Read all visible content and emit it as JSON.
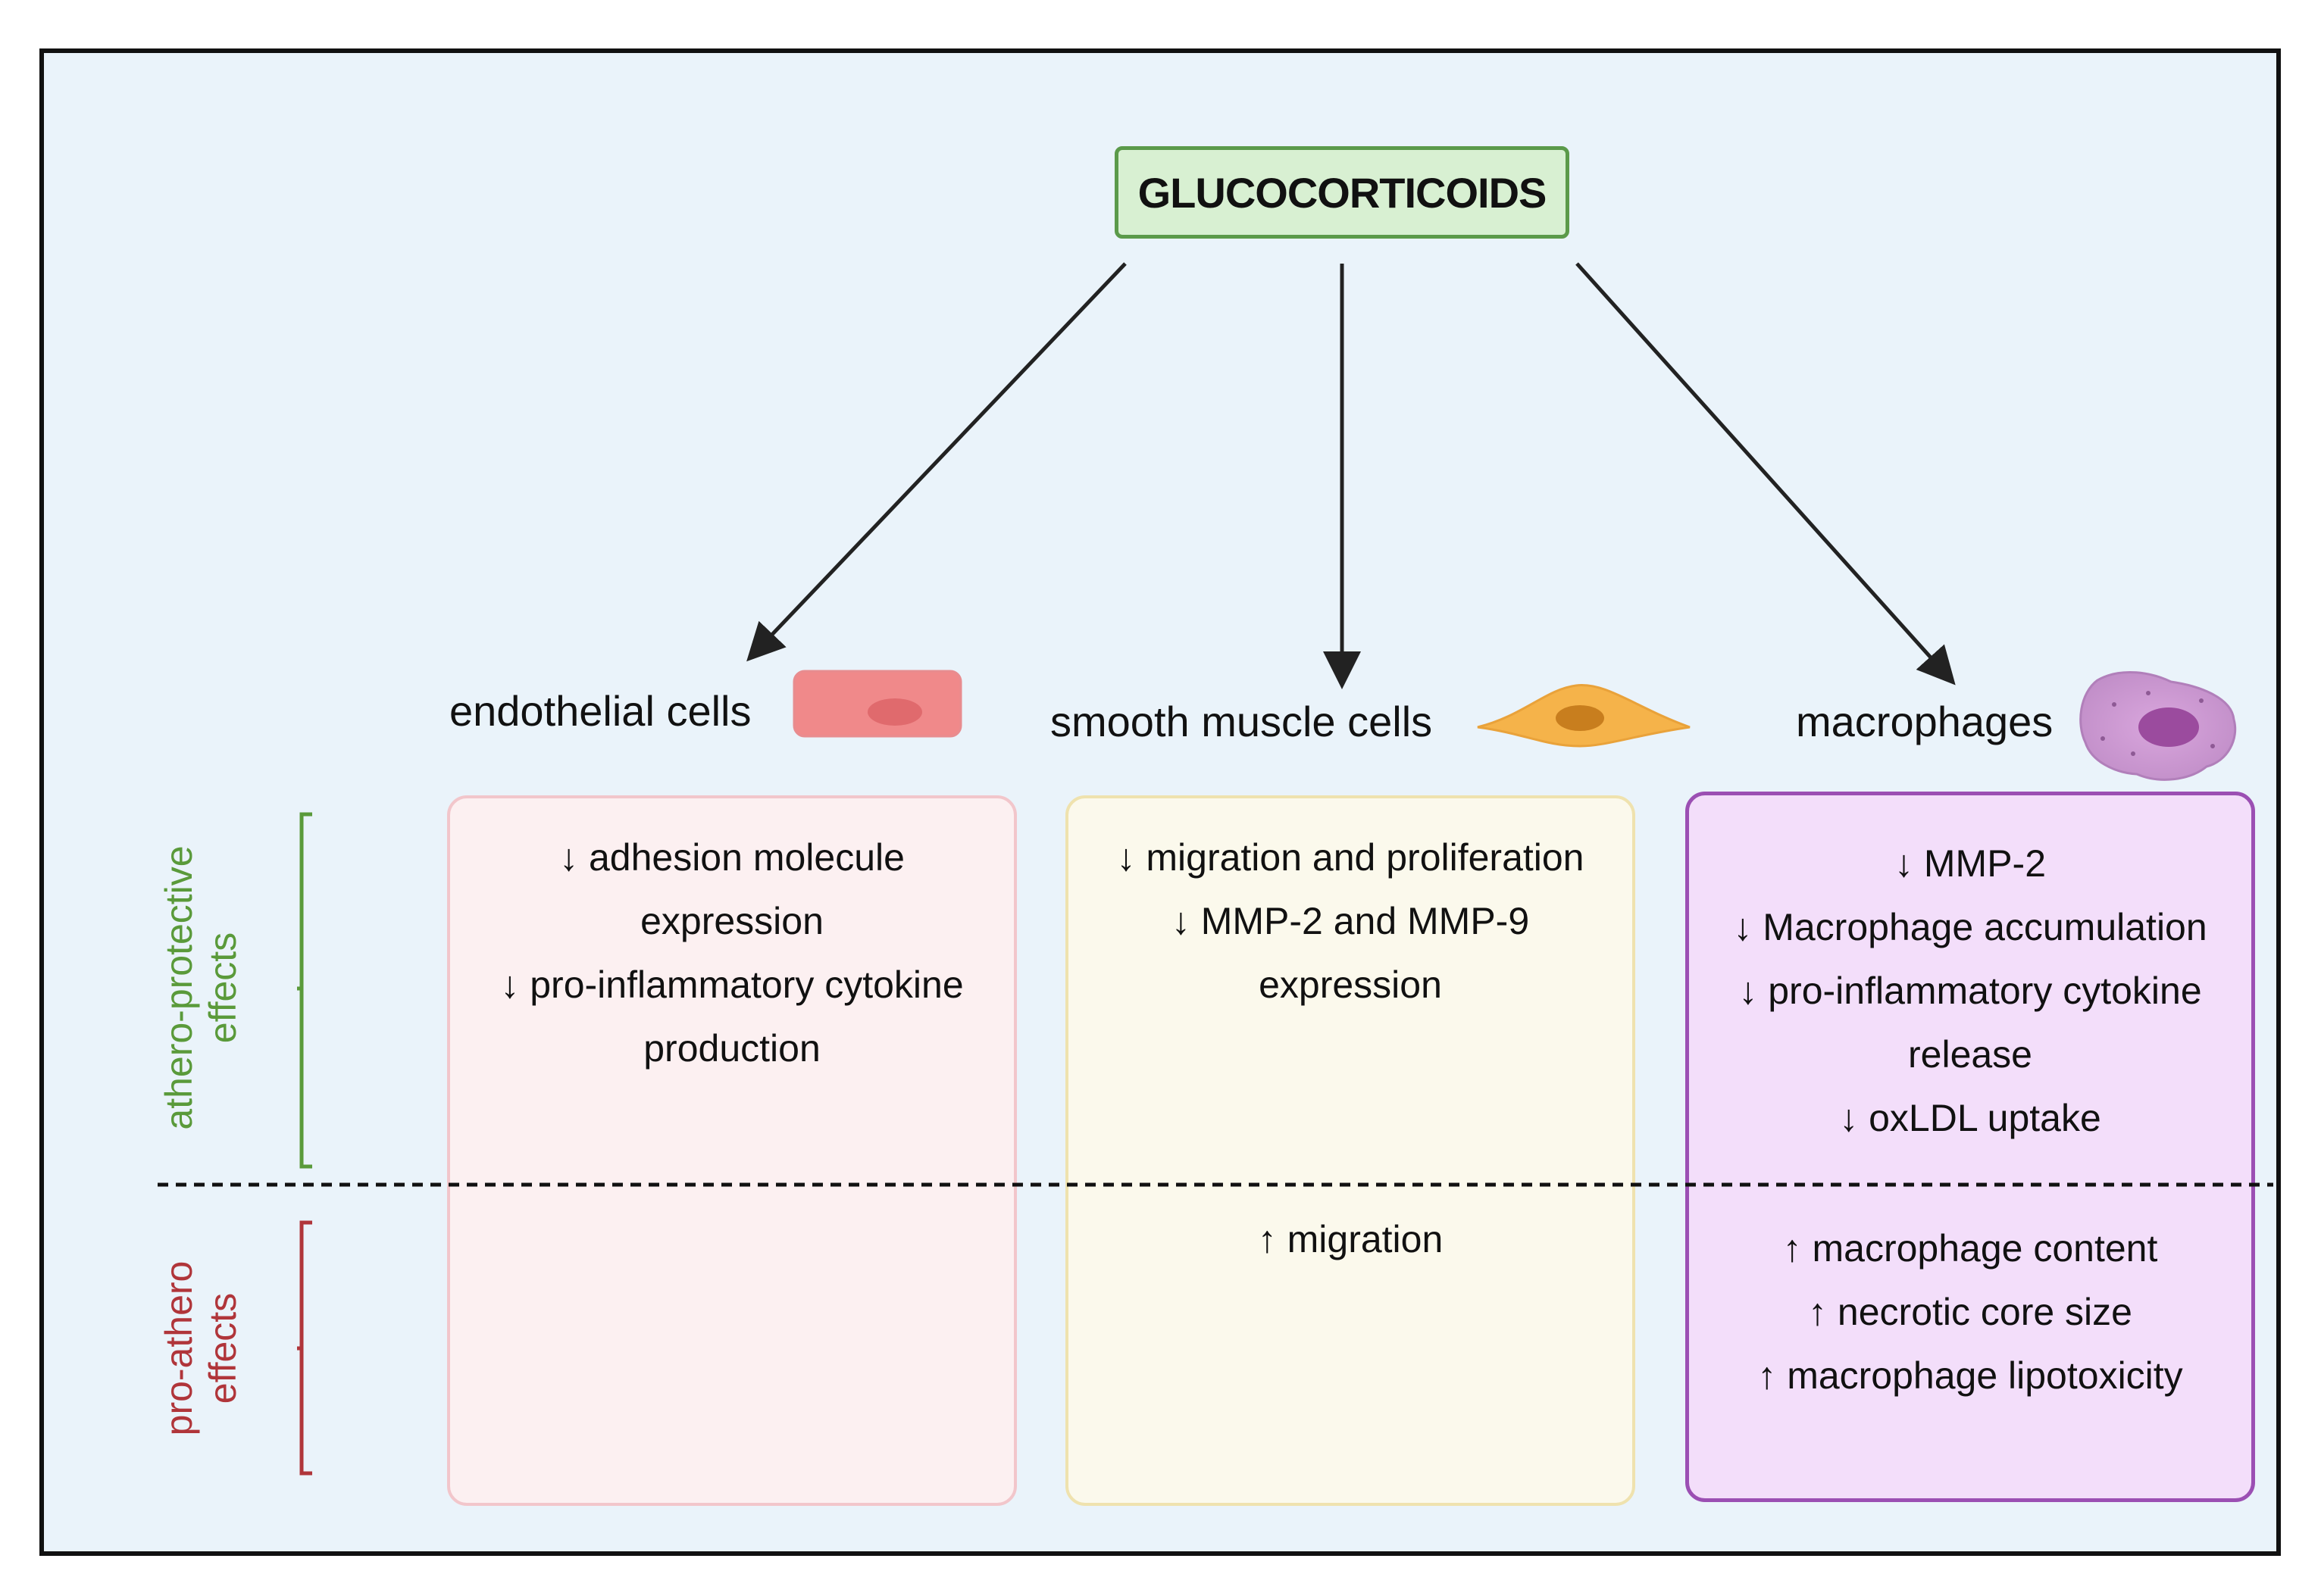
{
  "root": {
    "label": "GLUCOCORTICOIDS"
  },
  "cells": {
    "endothelial": {
      "label": "endothelial cells"
    },
    "smooth_muscle": {
      "label": "smooth muscle cells"
    },
    "macrophages": {
      "label": "macrophages"
    }
  },
  "sides": {
    "protective": {
      "line1": "athero-protective",
      "line2": "effects",
      "color": "#5a9a3a"
    },
    "pro_athero": {
      "line1": "pro-athero",
      "line2": "effects",
      "color": "#b0353a"
    }
  },
  "panels": {
    "endothelial": {
      "protective": [
        "↓ adhesion molecule",
        "expression",
        "↓ pro-inflammatory cytokine",
        "production"
      ],
      "pro_athero": []
    },
    "smooth_muscle": {
      "protective": [
        "↓ migration and proliferation",
        "↓ MMP-2 and MMP-9",
        "expression"
      ],
      "pro_athero": [
        "↑ migration"
      ]
    },
    "macrophages": {
      "protective": [
        "↓ MMP-2",
        "↓ Macrophage accumulation",
        "↓ pro-inflammatory cytokine",
        "release",
        "↓ oxLDL uptake"
      ],
      "pro_athero": [
        "↑ macrophage content",
        "↑ necrotic core size",
        "↑ macrophage lipotoxicity"
      ]
    }
  },
  "colors": {
    "endothelial_fill": "#fcf0f1",
    "endothelial_border": "#f2c6cb",
    "smooth_fill": "#fbf9ec",
    "smooth_border": "#efe2ae",
    "macro_fill": "#f3defa",
    "macro_border": "#9b4fb3"
  }
}
